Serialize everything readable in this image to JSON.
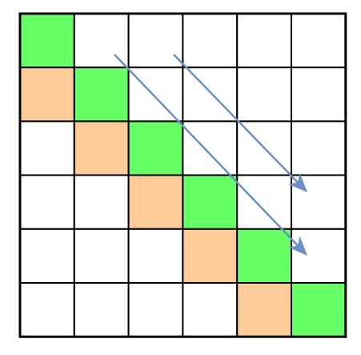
{
  "grid": {
    "rows": 6,
    "cols": 6,
    "colors": {
      "green": "#66ff66",
      "orange": "#fdcc99",
      "white": "#ffffff",
      "line": "#000000",
      "arrow": "#6d8fc6"
    },
    "cells": [
      [
        "green",
        "white",
        "white",
        "white",
        "white",
        "white"
      ],
      [
        "orange",
        "green",
        "white",
        "white",
        "white",
        "white"
      ],
      [
        "white",
        "orange",
        "green",
        "white",
        "white",
        "white"
      ],
      [
        "white",
        "white",
        "orange",
        "green",
        "white",
        "white"
      ],
      [
        "white",
        "white",
        "white",
        "orange",
        "green",
        "white"
      ],
      [
        "white",
        "white",
        "white",
        "white",
        "orange",
        "green"
      ]
    ]
  },
  "arrows": [
    {
      "name": "lower-diagonal-arrow"
    },
    {
      "name": "upper-diagonal-arrow"
    }
  ]
}
